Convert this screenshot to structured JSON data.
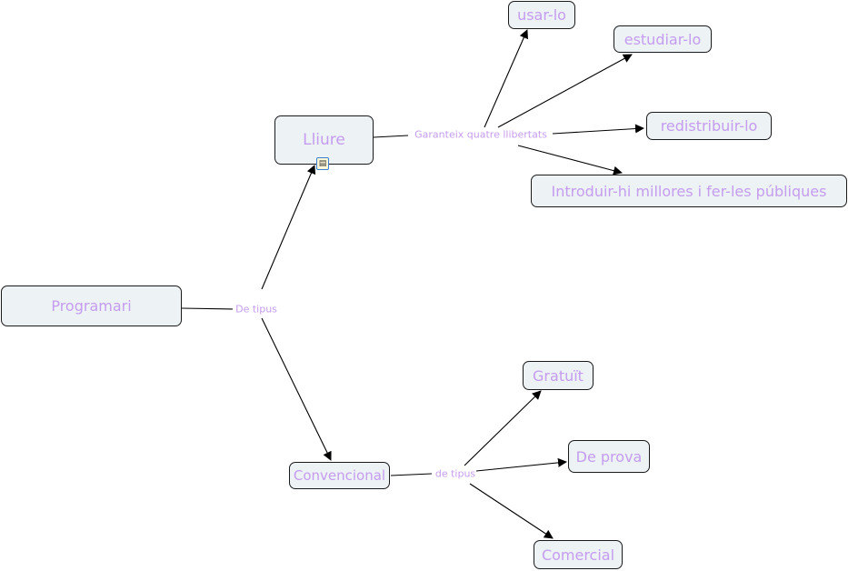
{
  "concepts": {
    "programari": "Programari",
    "lliure": "Lliure",
    "convencional": "Convencional",
    "usar": "usar-lo",
    "estudiar": "estudiar-lo",
    "redistribuir": "redistribuir-lo",
    "introduir": "Introduir-hi millores i fer-les públiques",
    "gratuit": "Gratuït",
    "prova": "De prova",
    "comercial": "Comercial"
  },
  "linking_phrases": {
    "de_tipus_1": "De tipus",
    "garanteix": "Garanteix  quatre llibertats",
    "de_tipus_2": "de tipus"
  },
  "icons": {
    "lliure_resource": "attached-resource-icon"
  },
  "colors": {
    "text": "#c59cf0",
    "node_fill": "#edf2f5",
    "line": "#000000"
  }
}
